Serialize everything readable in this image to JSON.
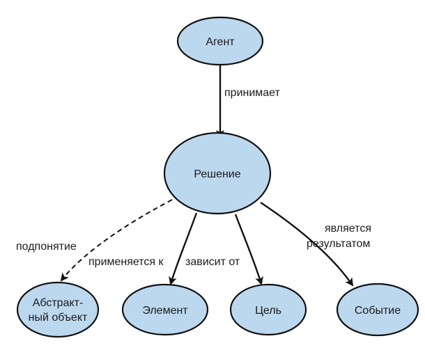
{
  "nodes": {
    "agent": {
      "label": "Агент"
    },
    "decision": {
      "label": "Решение"
    },
    "abstract_object": {
      "lines": [
        "Абстракт-",
        "ный объект"
      ]
    },
    "element": {
      "label": "Элемент"
    },
    "goal": {
      "label": "Цель"
    },
    "event": {
      "label": "Событие"
    }
  },
  "edges": {
    "accepts": {
      "label": "принимает"
    },
    "subconcept": {
      "label": "подпонятие"
    },
    "applies_to": {
      "label": "применяется к"
    },
    "depends_on": {
      "label": "зависит от"
    },
    "is_result": {
      "lines": [
        "является",
        "результатом"
      ]
    }
  },
  "colors": {
    "node_fill": "#bcd8ef",
    "stroke": "#111111"
  }
}
